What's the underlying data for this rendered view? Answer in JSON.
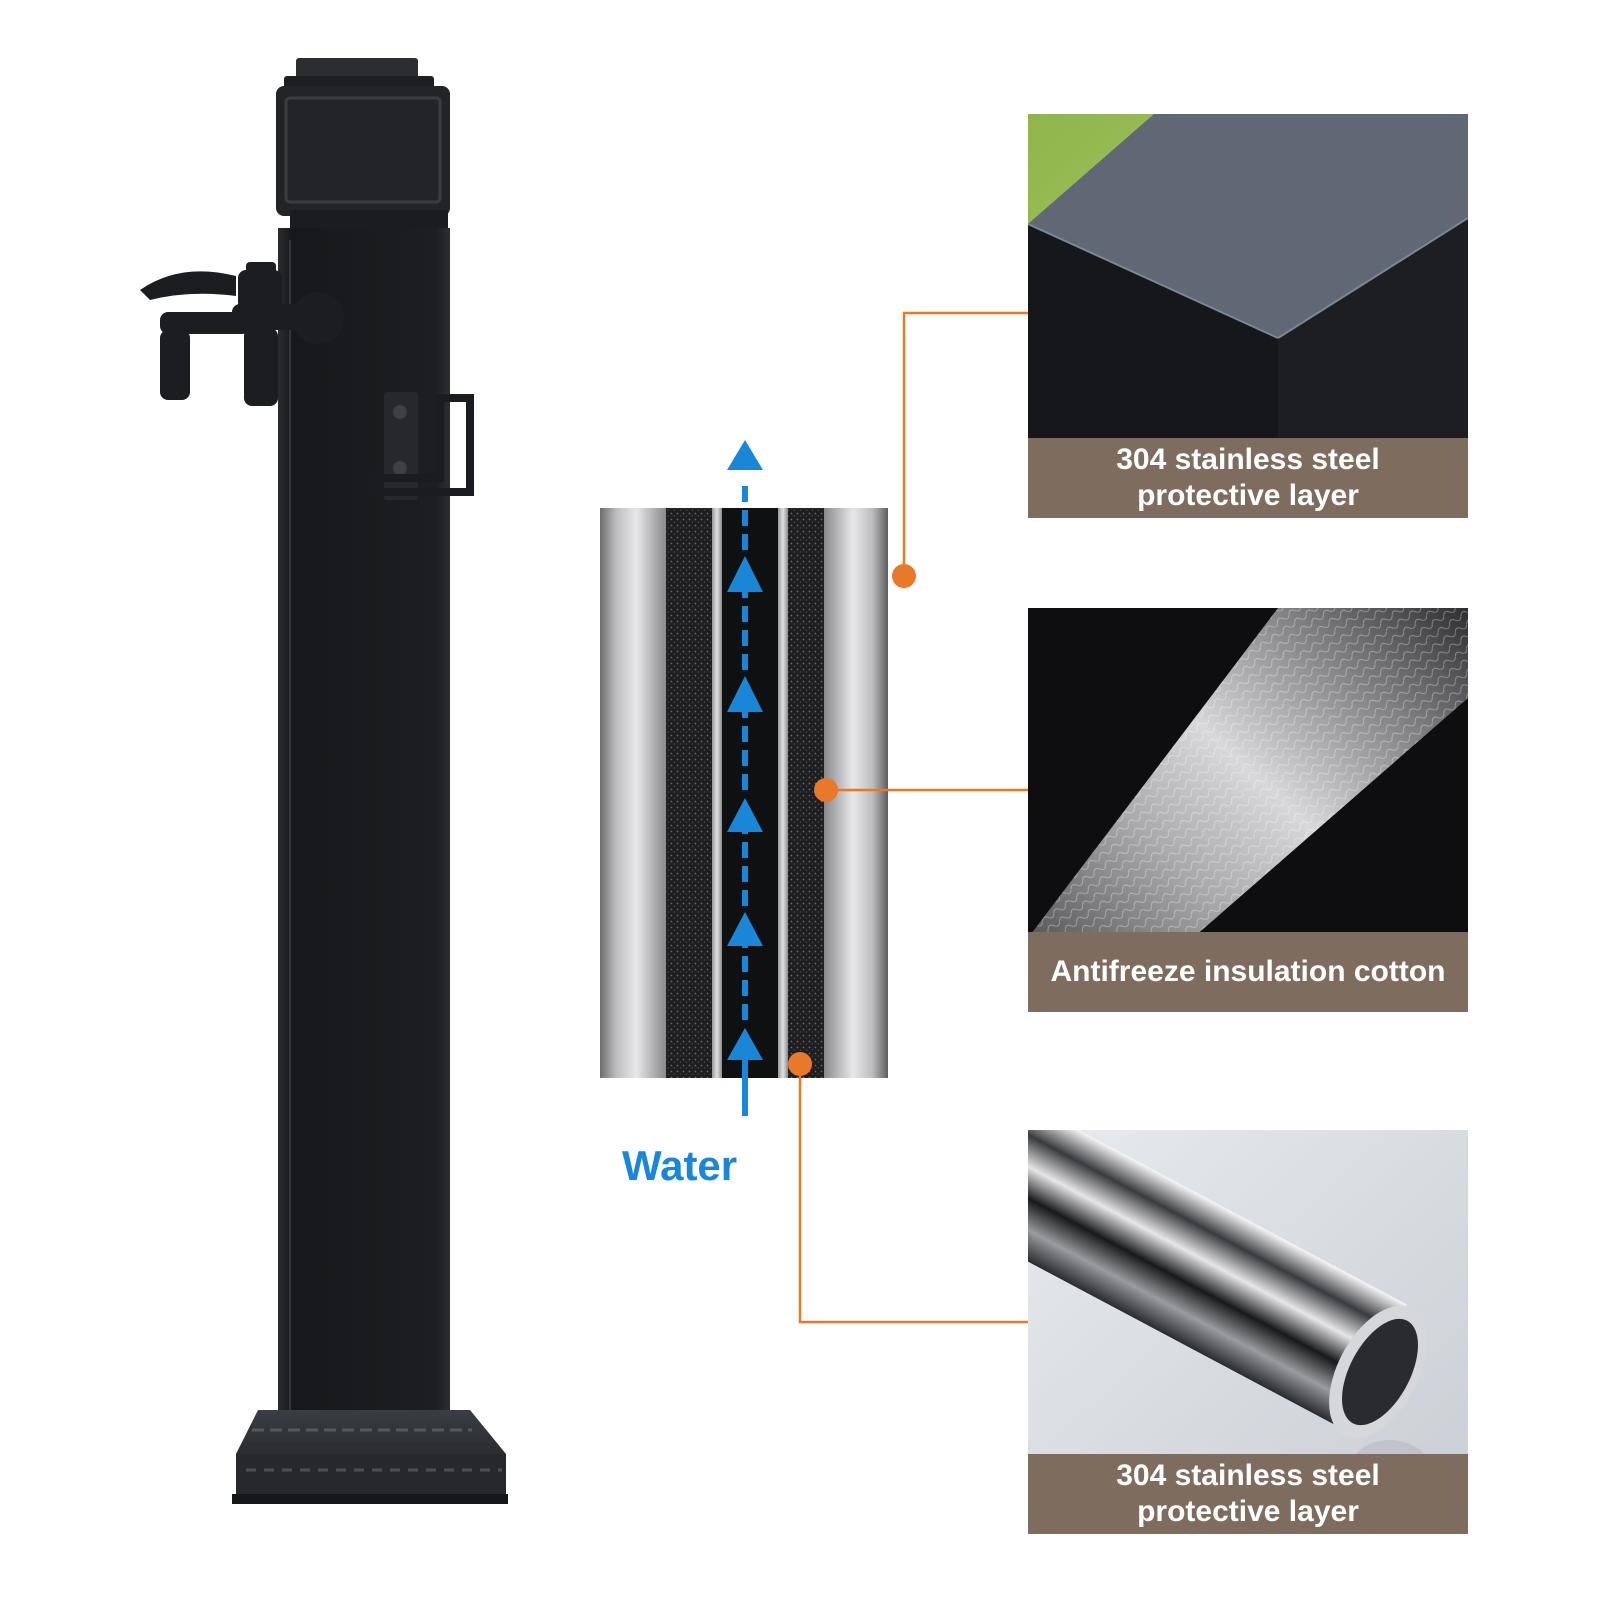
{
  "diagram": {
    "water_label": "Water",
    "callouts": [
      {
        "line1": "304 stainless steel",
        "line2": "protective layer"
      },
      {
        "line1": "Antifreeze insulation cotton",
        "line2": ""
      },
      {
        "line1": "304 stainless steel",
        "line2": "protective layer"
      }
    ]
  },
  "colors": {
    "post": "#1f2124",
    "water_arrow": "#1a86d8",
    "leader_line": "#e8782a",
    "caption_band": "#7e6d5e",
    "caption_text": "#ffffff"
  },
  "icons": [
    "faucet-icon",
    "hose-hook-icon",
    "water-flow-arrow-icon"
  ]
}
